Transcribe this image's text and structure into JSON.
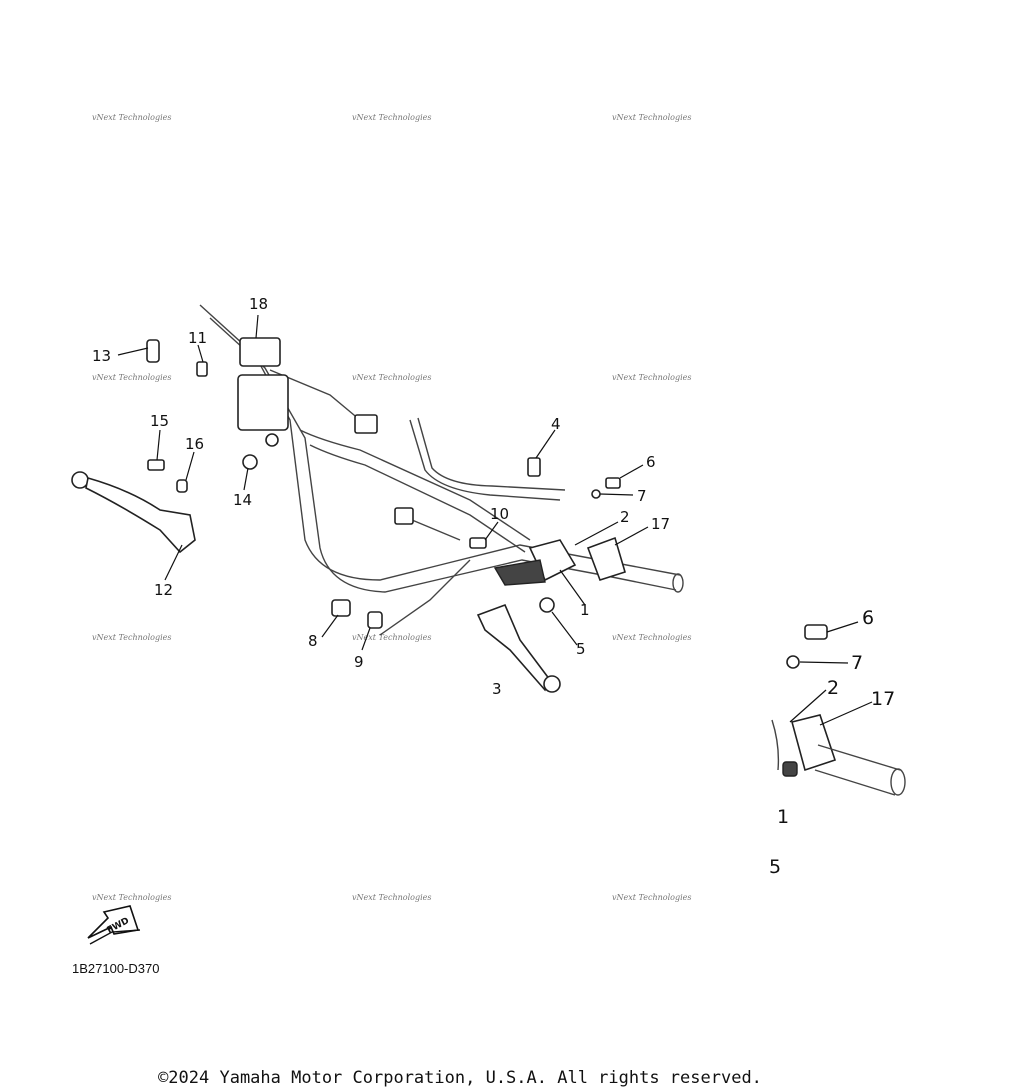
{
  "watermark_text": "vNext Technologies",
  "diagram_code": "1B27100-D370",
  "copyright": "©2024 Yamaha Motor Corporation, U.S.A. All rights reserved.",
  "fwd_label": "FWD",
  "callouts": [
    "1",
    "2",
    "3",
    "4",
    "5",
    "6",
    "7",
    "8",
    "9",
    "10",
    "11",
    "12",
    "13",
    "14",
    "15",
    "16",
    "17",
    "18"
  ],
  "inset_callouts": [
    "6",
    "7",
    "2",
    "17",
    "1",
    "5"
  ]
}
